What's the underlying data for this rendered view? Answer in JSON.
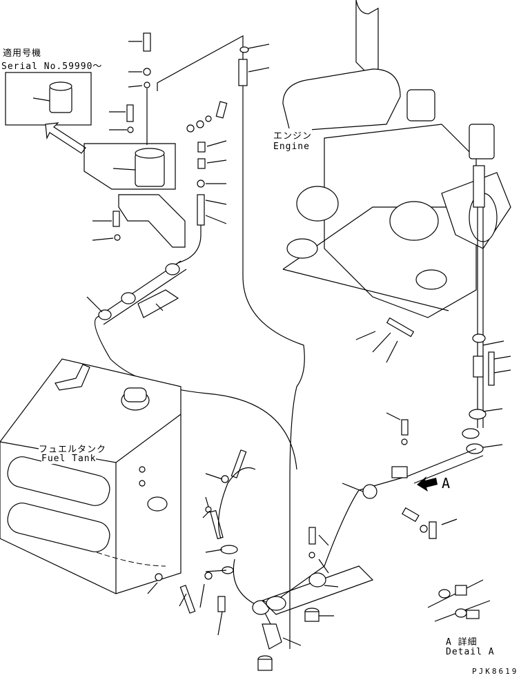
{
  "serial_note": {
    "title": "適用号機",
    "serial": "Serial No.59990～"
  },
  "engine": {
    "label_jp": "エンジン",
    "label_en": "Engine"
  },
  "fuel_tank": {
    "label_jp": "フュエルタンク",
    "label_en": "Fuel Tank"
  },
  "view_arrow": {
    "label": "A"
  },
  "detail": {
    "label_jp": "A 詳細",
    "label_en": "Detail A"
  },
  "drawing_number": "PJK8619"
}
